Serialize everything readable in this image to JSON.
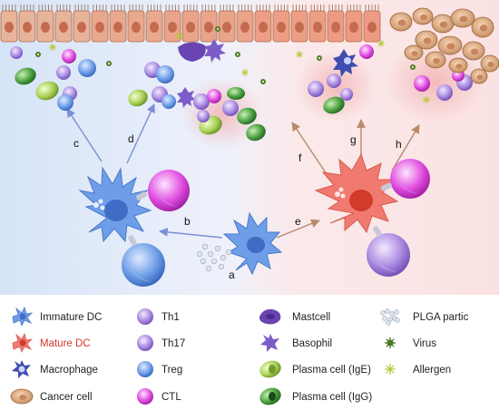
{
  "steps": [
    "a",
    "b",
    "c",
    "d",
    "e",
    "f",
    "g",
    "h"
  ],
  "legend": [
    {
      "label": "Immature DC",
      "icon": "immature-dc-icon",
      "color": "#222222"
    },
    {
      "label": "Mature DC",
      "icon": "mature-dc-icon",
      "color": "#d23a2a"
    },
    {
      "label": "Macrophage",
      "icon": "macrophage-icon",
      "color": "#222222"
    },
    {
      "label": "Cancer cell",
      "icon": "cancer-cell-icon",
      "color": "#222222"
    },
    {
      "label": "Th1",
      "icon": "th1-icon",
      "color": "#222222"
    },
    {
      "label": "Th17",
      "icon": "th17-icon",
      "color": "#222222"
    },
    {
      "label": "Treg",
      "icon": "treg-icon",
      "color": "#222222"
    },
    {
      "label": "CTL",
      "icon": "ctl-icon",
      "color": "#222222"
    },
    {
      "label": "Mastcell",
      "icon": "mastcell-icon",
      "color": "#222222"
    },
    {
      "label": "Basophil",
      "icon": "basophil-icon",
      "color": "#222222"
    },
    {
      "label": "Plasma cell (IgE)",
      "icon": "plasma-cell-ige-icon",
      "color": "#222222"
    },
    {
      "label": "Plasma cell (IgG)",
      "icon": "plasma-cell-igg-icon",
      "color": "#222222"
    },
    {
      "label": "PLGA partic",
      "icon": "plga-particle-icon",
      "color": "#222222"
    },
    {
      "label": "Virus",
      "icon": "virus-icon",
      "color": "#222222"
    },
    {
      "label": "Allergen",
      "icon": "allergen-icon",
      "color": "#222222"
    }
  ],
  "colors": {
    "immature_dc": "#6e9ee8",
    "mature_dc": "#f07a70",
    "tolerogenic_bg": "#dde8f8",
    "inflammatory_bg": "#fbe3e3",
    "arrow_blue": "#7a8fd8",
    "arrow_brown": "#b88a6a"
  }
}
